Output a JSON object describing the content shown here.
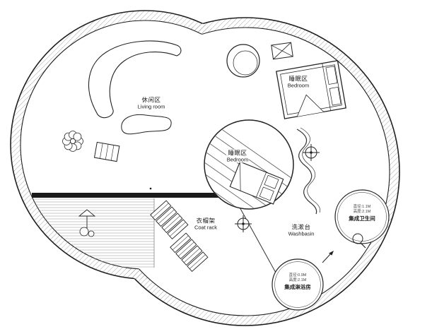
{
  "page": {
    "background": "#ffffff",
    "line_color": "#1f1f1f",
    "hatch_color": "#8f8f8f"
  },
  "plan": {
    "rooms": {
      "living_room": {
        "cn": "休闲区",
        "en": "Living room"
      },
      "bedroom_top": {
        "cn": "睡眠区",
        "en": "Bedroom"
      },
      "bedroom_center": {
        "cn": "睡眠区",
        "en": "Bedroom"
      },
      "coat_rack": {
        "cn": "衣帽架",
        "en": "Coat rack"
      },
      "washbasin": {
        "cn": "洗漱台",
        "en": "Washbasin"
      },
      "bathroom_unit": {
        "spec1": "直径:1.1M",
        "spec2": "高度:2.1M",
        "name": "集成卫生间"
      },
      "shower_unit": {
        "spec1": "直径:0.9M",
        "spec2": "高度:2.1M",
        "name": "集成淋浴房"
      }
    }
  }
}
